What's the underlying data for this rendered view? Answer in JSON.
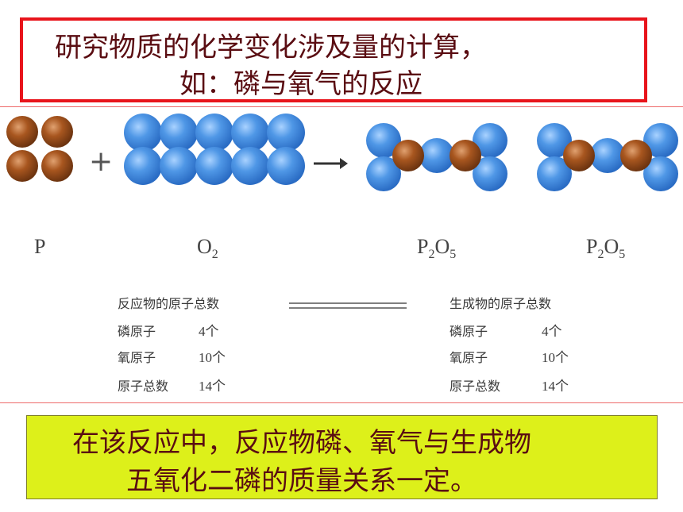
{
  "title": {
    "line1": "研究物质的化学变化涉及量的计算，",
    "line2": "如：磷与氧气的反应"
  },
  "reaction": {
    "plus": "+",
    "arrow": "→",
    "labels": {
      "p": "P",
      "o2": "O",
      "o2_sub": "2",
      "p2o5_p": "P",
      "p2o5_sub1": "2",
      "p2o5_o": "O",
      "p2o5_sub2": "5"
    }
  },
  "colors": {
    "oxygen": "#3d86d8",
    "phosphorus": "#a8561f",
    "title_border": "#e8141b",
    "note_bg": "#ddf01a",
    "text": "#5a0d12"
  },
  "table": {
    "left": {
      "header": "反应物的原子总数",
      "rows": [
        {
          "label": "磷原子",
          "value": "4个"
        },
        {
          "label": "氧原子",
          "value": "10个"
        },
        {
          "label": "原子总数",
          "value": "14个"
        }
      ]
    },
    "right": {
      "header": "生成物的原子总数",
      "rows": [
        {
          "label": "磷原子",
          "value": "4个"
        },
        {
          "label": "氧原子",
          "value": "10个"
        },
        {
          "label": "原子总数",
          "value": "14个"
        }
      ]
    }
  },
  "note": {
    "line1": "在该反应中，反应物磷、氧气与生成物",
    "line2": "五氧化二磷的质量关系一定。"
  }
}
